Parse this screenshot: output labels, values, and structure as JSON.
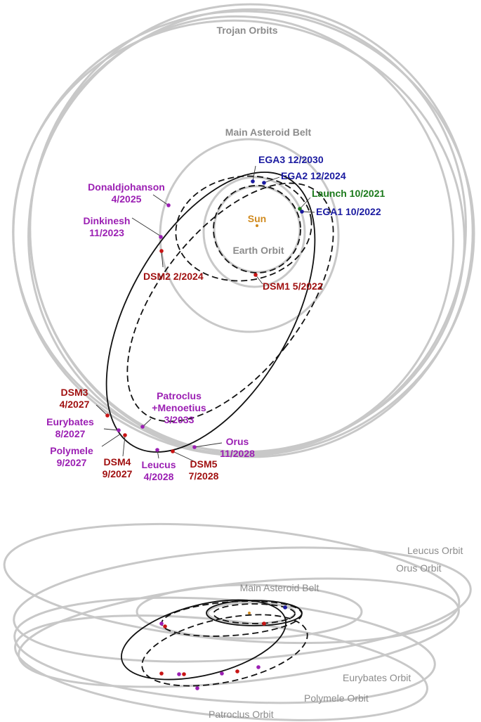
{
  "colors": {
    "orbit_gray": "#c8c8c8",
    "label_gray": "#8c8c8c",
    "sun": "#d08a1e",
    "asteroid_purple": "#9b1fb3",
    "maneuver_red": "#a01010",
    "flyby_blue": "#1a1aa0",
    "launch_green": "#1c7a1c",
    "trajectory": "#111111"
  },
  "top_view": {
    "trojan_orbits": "Trojan Orbits",
    "main_belt": "Main Asteroid Belt",
    "sun": "Sun",
    "earth_orbit": "Earth Orbit",
    "events": [
      {
        "key": "ega3",
        "lines": [
          "EGA3 12/2030"
        ],
        "kind": "flyby"
      },
      {
        "key": "ega2",
        "lines": [
          "EGA2 12/2024"
        ],
        "kind": "flyby"
      },
      {
        "key": "launch",
        "lines": [
          "Launch 10/2021"
        ],
        "kind": "launch"
      },
      {
        "key": "ega1",
        "lines": [
          "EGA1 10/2022"
        ],
        "kind": "flyby"
      },
      {
        "key": "donaldjohanson",
        "lines": [
          "Donaldjohanson",
          "4/2025"
        ],
        "kind": "asteroid"
      },
      {
        "key": "dinkinesh",
        "lines": [
          "Dinkinesh",
          "11/2023"
        ],
        "kind": "asteroid"
      },
      {
        "key": "dsm2",
        "lines": [
          "DSM2 2/2024"
        ],
        "kind": "maneuver"
      },
      {
        "key": "dsm1",
        "lines": [
          "DSM1 5/2022"
        ],
        "kind": "maneuver"
      },
      {
        "key": "dsm3",
        "lines": [
          "DSM3",
          "4/2027"
        ],
        "kind": "maneuver"
      },
      {
        "key": "patroclus",
        "lines": [
          "Patroclus",
          "+Menoetius",
          "3/2033"
        ],
        "kind": "asteroid"
      },
      {
        "key": "eurybates",
        "lines": [
          "Eurybates",
          "8/2027"
        ],
        "kind": "asteroid"
      },
      {
        "key": "polymele",
        "lines": [
          "Polymele",
          "9/2027"
        ],
        "kind": "asteroid"
      },
      {
        "key": "orus",
        "lines": [
          "Orus",
          "11/2028"
        ],
        "kind": "asteroid"
      },
      {
        "key": "dsm4",
        "lines": [
          "DSM4",
          "9/2027"
        ],
        "kind": "maneuver"
      },
      {
        "key": "leucus",
        "lines": [
          "Leucus",
          "4/2028"
        ],
        "kind": "asteroid"
      },
      {
        "key": "dsm5",
        "lines": [
          "DSM5",
          "7/2028"
        ],
        "kind": "maneuver"
      }
    ]
  },
  "perspective_view": {
    "leucus_orbit": "Leucus Orbit",
    "orus_orbit": "Orus Orbit",
    "main_belt": "Main Asteroid Belt",
    "eurybates_orbit": "Eurybates Orbit",
    "polymele_orbit": "Polymele Orbit",
    "patroclus_orbit": "Patroclus Orbit"
  }
}
